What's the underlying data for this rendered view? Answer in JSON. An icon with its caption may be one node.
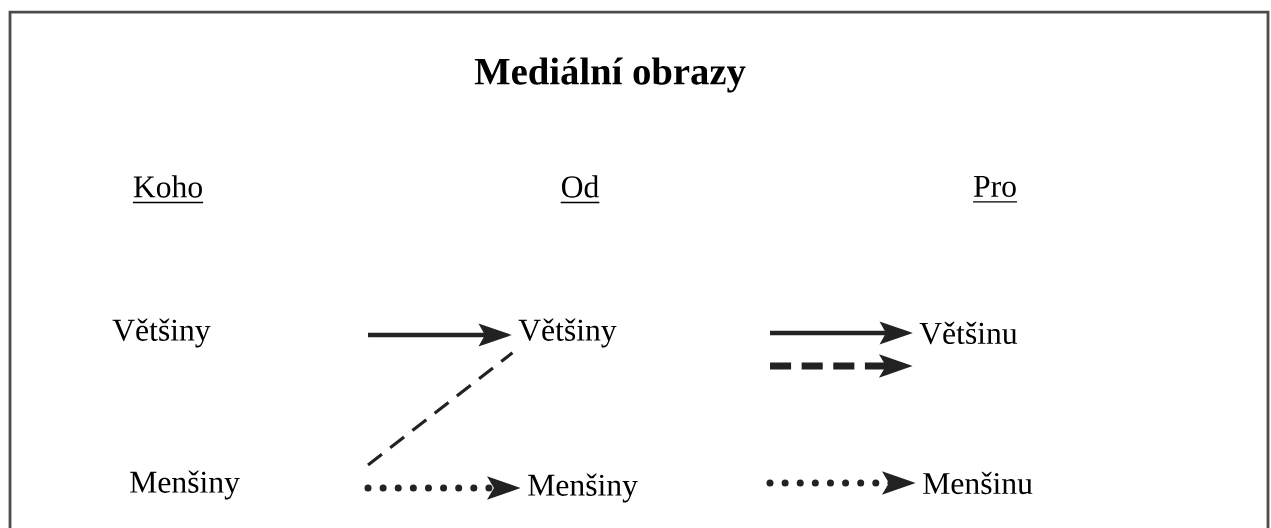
{
  "diagram": {
    "title": "Mediální obrazy",
    "nodes": [
      {
        "text": [
          "Většiny"
        ]
      },
      {
        "text": [
          "Většiny"
        ]
      },
      {
        "text": [
          "Většinu"
        ]
      },
      {
        "text": [
          "Menšiny"
        ]
      },
      {
        "text": [
          "Menšiny"
        ]
      },
      {
        "text": [
          "Menšinu"
        ]
      }
    ],
    "edges": [
      {
        "from": null,
        "to": 1,
        "arrow": "to"
      },
      {
        "from": null,
        "to": 2,
        "arrow": "to"
      },
      {
        "from": null,
        "to": 1,
        "arrow": "none",
        "style": "dashed"
      },
      {
        "from": null,
        "to": 2,
        "arrow": "to",
        "style": "dashed"
      },
      {
        "from": null,
        "to": 4,
        "arrow": "to",
        "style": "dashed"
      },
      {
        "from": null,
        "to": 5,
        "arrow": "to",
        "style": "dashed"
      }
    ],
    "labels": [
      "Koho",
      "Od",
      "Pro"
    ]
  }
}
